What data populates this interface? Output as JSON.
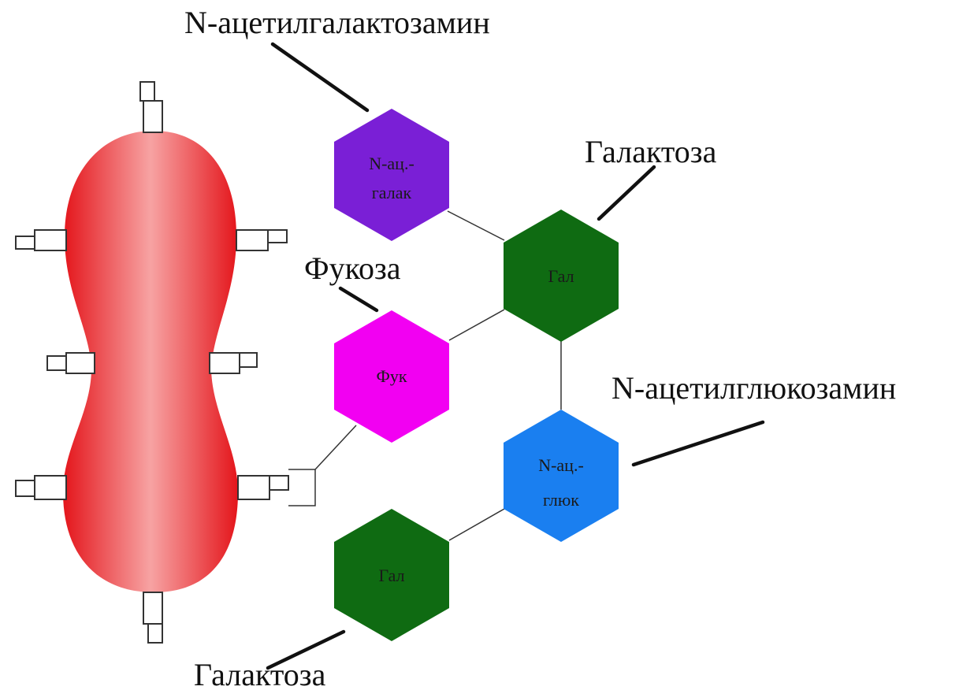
{
  "labels": {
    "n_acetylgalactosamine": "N-ацетилгалактозамин",
    "galactose_top": "Галактоза",
    "fucose": "Фукоза",
    "n_acetylglucosamine": "N-ацетилглюкозамин",
    "galactose_bottom": "Галактоза"
  },
  "hexagons": {
    "n_acgal": {
      "line1": "N-ац.-",
      "line2": "галак",
      "color": "#7a1fd6"
    },
    "gal_top": {
      "line1": "Гал",
      "color": "#0f6b12"
    },
    "fuc": {
      "line1": "Фук",
      "color": "#f200f2"
    },
    "n_acglu": {
      "line1": "N-ац.-",
      "line2": "глюк",
      "color": "#1a7ff0"
    },
    "gal_bottom": {
      "line1": "Гал",
      "color": "#0f6b12"
    }
  },
  "cell_color": "#e8141b"
}
